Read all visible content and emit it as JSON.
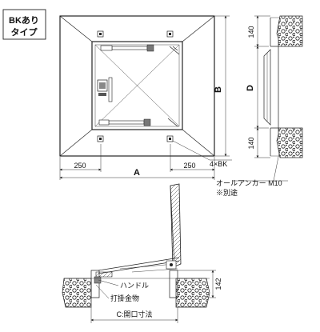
{
  "type_box": {
    "line1": "BKあり",
    "line2": "タイプ"
  },
  "plan": {
    "dim_left": "250",
    "dim_right": "250",
    "dim_a": "A",
    "dim_b": "B",
    "bk_label": "4×BK"
  },
  "side": {
    "dim_top": "140",
    "dim_bottom": "140",
    "dim_d": "D",
    "anchor_label": "オールアンカー M10",
    "anchor_note": "※別途"
  },
  "section": {
    "handle_label": "ハンドル",
    "hinge_label": "打掛金物",
    "dim_142": "142",
    "opening_label": "C:開口寸法"
  }
}
